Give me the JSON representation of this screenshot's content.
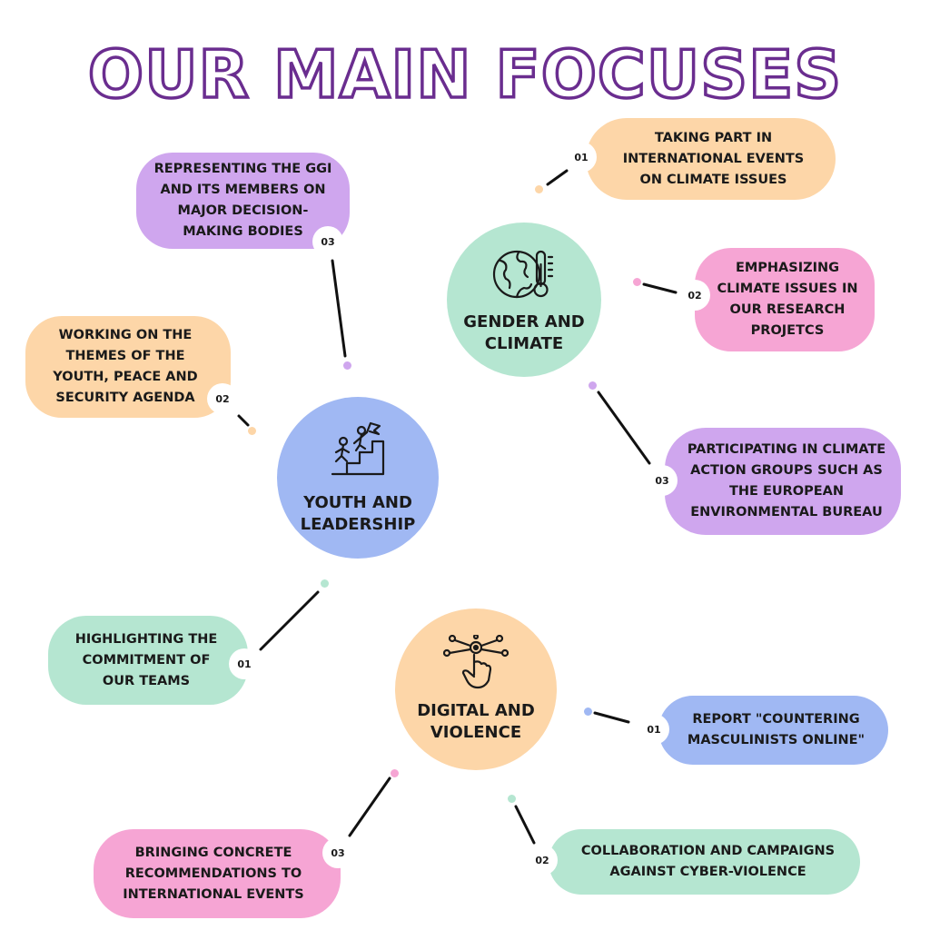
{
  "title": "OUR MAIN FOCUSES",
  "colors": {
    "title_stroke": "#6a2d8f",
    "green": "#b5e6d1",
    "peach": "#fdd6a8",
    "pink": "#f6a5d4",
    "lavender": "#cfa6ee",
    "blue": "#a0b8f3"
  },
  "hubs": {
    "gender_climate": {
      "label": "GENDER AND CLIMATE",
      "icon": "globe-thermometer-icon"
    },
    "youth_leadership": {
      "label": "YOUTH AND LEADERSHIP",
      "icon": "climbing-people-flag-icon"
    },
    "digital_violence": {
      "label": "DIGITAL AND VIOLENCE",
      "icon": "touch-network-icon"
    }
  },
  "items": {
    "gc_01": {
      "number": "01",
      "text": "TAKING PART IN INTERNATIONAL EVENTS ON CLIMATE ISSUES"
    },
    "gc_02": {
      "number": "02",
      "text": "EMPHASIZING CLIMATE ISSUES IN OUR RESEARCH PROJETCS"
    },
    "gc_03": {
      "number": "03",
      "text": "PARTICIPATING IN CLIMATE ACTION GROUPS SUCH AS THE EUROPEAN ENVIRONMENTAL BUREAU"
    },
    "yl_01": {
      "number": "01",
      "text": "HIGHLIGHTING THE COMMITMENT OF OUR TEAMS"
    },
    "yl_02": {
      "number": "02",
      "text": "WORKING ON THE THEMES OF THE YOUTH, PEACE AND SECURITY AGENDA"
    },
    "yl_03": {
      "number": "03",
      "text": "REPRESENTING THE GGI AND ITS MEMBERS ON MAJOR DECISION-MAKING BODIES"
    },
    "dv_01": {
      "number": "01",
      "text": "REPORT \"COUNTERING MASCULINISTS ONLINE\""
    },
    "dv_02": {
      "number": "02",
      "text": "COLLABORATION AND CAMPAIGNS AGAINST CYBER-VIOLENCE"
    },
    "dv_03": {
      "number": "03",
      "text": "BRINGING CONCRETE RECOMMENDATIONS TO INTERNATIONAL EVENTS"
    }
  }
}
